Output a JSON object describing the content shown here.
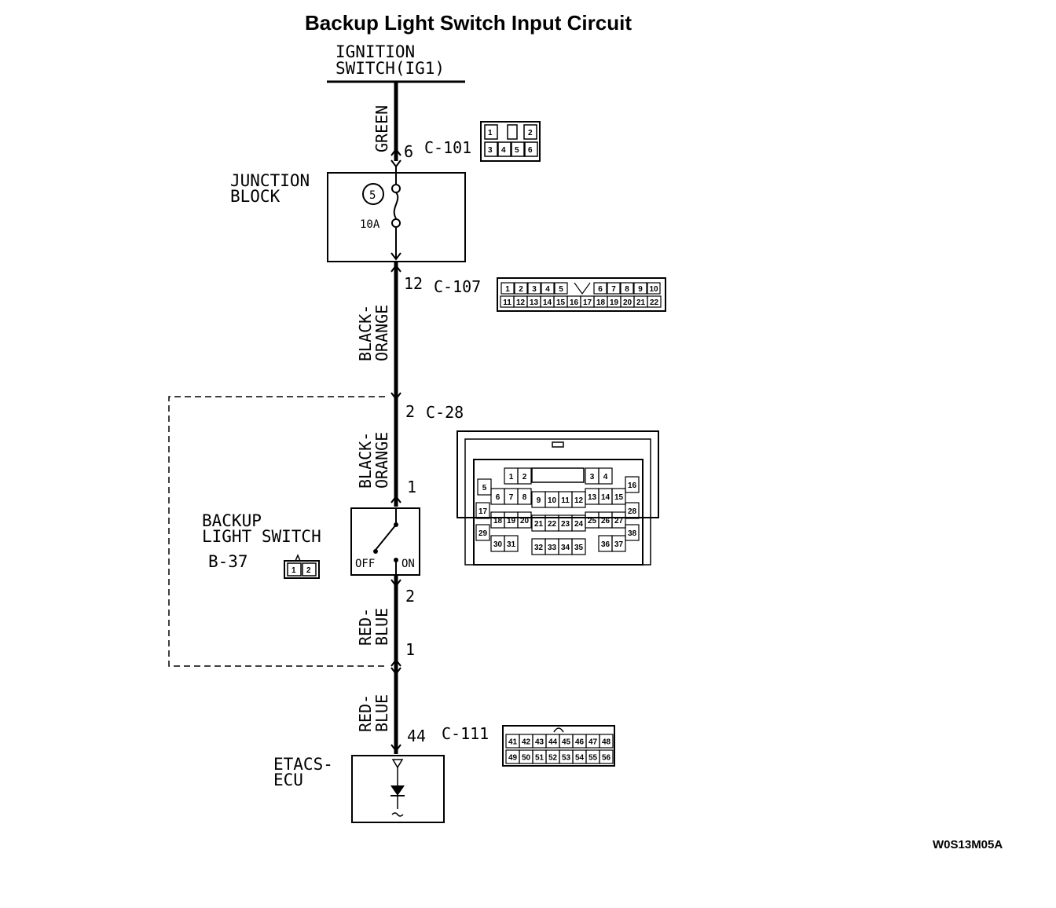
{
  "title": "Backup Light Switch Input Circuit",
  "source": {
    "line1": "IGNITION",
    "line2": "SWITCH(IG1)"
  },
  "wires": [
    {
      "color": "GREEN",
      "lines": [
        "GREEN"
      ]
    },
    {
      "color": "BLACK-ORANGE",
      "lines": [
        "BLACK-",
        "ORANGE"
      ]
    },
    {
      "color": "BLACK-ORANGE",
      "lines": [
        "BLACK-",
        "ORANGE"
      ]
    },
    {
      "color": "RED-BLUE",
      "lines": [
        "RED-",
        "BLUE"
      ]
    },
    {
      "color": "RED-BLUE",
      "lines": [
        "RED-",
        "BLUE"
      ]
    }
  ],
  "junction_block": {
    "line1": "JUNCTION",
    "line2": "BLOCK",
    "fuse_number": "5",
    "fuse_rating": "10A"
  },
  "connectors": {
    "c101": {
      "pin": "6",
      "name": "C-101",
      "cells": [
        "1",
        "2",
        "3",
        "4",
        "5",
        "6"
      ]
    },
    "c107": {
      "pin": "12",
      "name": "C-107",
      "row1": [
        "1",
        "2",
        "3",
        "4",
        "5",
        "6",
        "7",
        "8",
        "9",
        "10"
      ],
      "row2": [
        "11",
        "12",
        "13",
        "14",
        "15",
        "16",
        "17",
        "18",
        "19",
        "20",
        "21",
        "22"
      ]
    },
    "c28": {
      "pin": "2",
      "name": "C-28",
      "cells": [
        "1",
        "2",
        "3",
        "4",
        "5",
        "6",
        "7",
        "8",
        "9",
        "10",
        "11",
        "12",
        "13",
        "14",
        "15",
        "16",
        "17",
        "18",
        "19",
        "20",
        "21",
        "22",
        "23",
        "24",
        "25",
        "26",
        "27",
        "28",
        "29",
        "30",
        "31",
        "32",
        "33",
        "34",
        "35",
        "36",
        "37",
        "38"
      ]
    },
    "c111": {
      "pin": "44",
      "name": "C-111",
      "row1": [
        "41",
        "42",
        "43",
        "44",
        "45",
        "46",
        "47",
        "48"
      ],
      "row2": [
        "49",
        "50",
        "51",
        "52",
        "53",
        "54",
        "55",
        "56"
      ]
    }
  },
  "switch": {
    "line1": "BACKUP",
    "line2": "LIGHT SWITCH",
    "connector": "B-37",
    "connector_pins": [
      "1",
      "2"
    ],
    "pin_in": "1",
    "pin_out": "2",
    "off_label": "OFF",
    "on_label": "ON"
  },
  "c28_lower_pin": "1",
  "ecu": {
    "line1": "ETACS-",
    "line2": "ECU"
  },
  "figure_code": "W0S13M05A"
}
